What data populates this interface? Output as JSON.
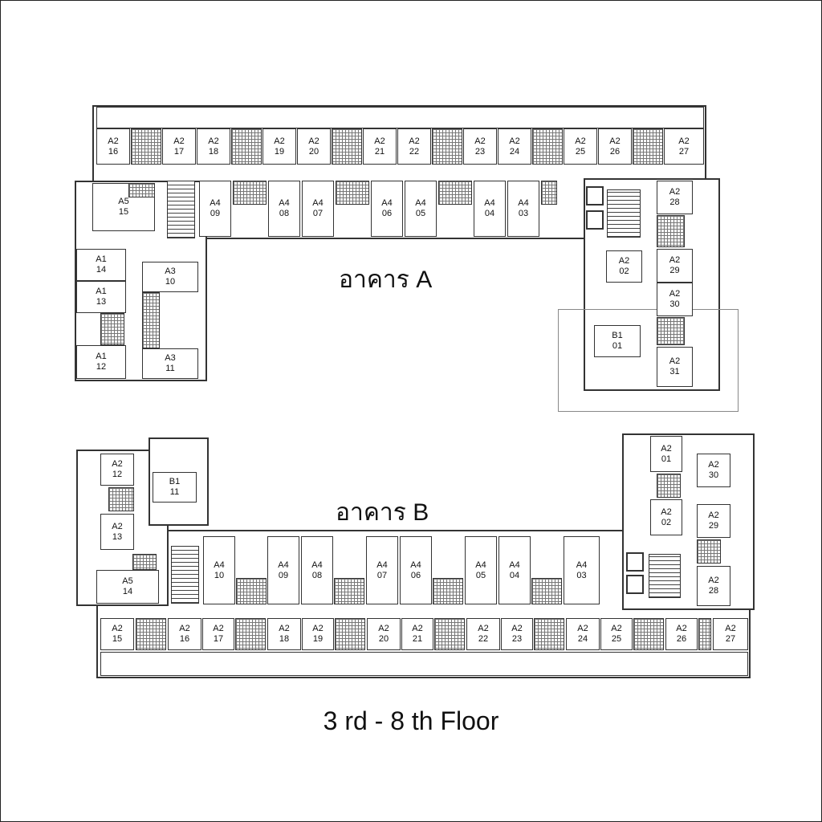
{
  "building_a": {
    "title": "อาคาร A",
    "top_row": [
      {
        "type": "A2",
        "no": "16"
      },
      {
        "type": "A2",
        "no": "17"
      },
      {
        "type": "A2",
        "no": "18"
      },
      {
        "type": "A2",
        "no": "19"
      },
      {
        "type": "A2",
        "no": "20"
      },
      {
        "type": "A2",
        "no": "21"
      },
      {
        "type": "A2",
        "no": "22"
      },
      {
        "type": "A2",
        "no": "23"
      },
      {
        "type": "A2",
        "no": "24"
      },
      {
        "type": "A2",
        "no": "25"
      },
      {
        "type": "A2",
        "no": "26"
      },
      {
        "type": "A2",
        "no": "27"
      }
    ],
    "inner_row": [
      {
        "type": "A4",
        "no": "09"
      },
      {
        "type": "A4",
        "no": "08"
      },
      {
        "type": "A4",
        "no": "07"
      },
      {
        "type": "A4",
        "no": "06"
      },
      {
        "type": "A4",
        "no": "05"
      },
      {
        "type": "A4",
        "no": "04"
      },
      {
        "type": "A4",
        "no": "03"
      }
    ],
    "left_wing": [
      {
        "type": "A5",
        "no": "15"
      },
      {
        "type": "A1",
        "no": "14"
      },
      {
        "type": "A1",
        "no": "13"
      },
      {
        "type": "A1",
        "no": "12"
      },
      {
        "type": "A3",
        "no": "10"
      },
      {
        "type": "A3",
        "no": "11"
      }
    ],
    "right_wing": [
      {
        "type": "A2",
        "no": "28"
      },
      {
        "type": "A2",
        "no": "02"
      },
      {
        "type": "A2",
        "no": "29"
      },
      {
        "type": "A2",
        "no": "30"
      },
      {
        "type": "B1",
        "no": "01"
      },
      {
        "type": "A2",
        "no": "31"
      }
    ]
  },
  "building_b": {
    "title": "อาคาร B",
    "bottom_row": [
      {
        "type": "A2",
        "no": "15"
      },
      {
        "type": "A2",
        "no": "16"
      },
      {
        "type": "A2",
        "no": "17"
      },
      {
        "type": "A2",
        "no": "18"
      },
      {
        "type": "A2",
        "no": "19"
      },
      {
        "type": "A2",
        "no": "20"
      },
      {
        "type": "A2",
        "no": "21"
      },
      {
        "type": "A2",
        "no": "22"
      },
      {
        "type": "A2",
        "no": "23"
      },
      {
        "type": "A2",
        "no": "24"
      },
      {
        "type": "A2",
        "no": "25"
      },
      {
        "type": "A2",
        "no": "26"
      },
      {
        "type": "A2",
        "no": "27"
      }
    ],
    "inner_row": [
      {
        "type": "A4",
        "no": "10"
      },
      {
        "type": "A4",
        "no": "09"
      },
      {
        "type": "A4",
        "no": "08"
      },
      {
        "type": "A4",
        "no": "07"
      },
      {
        "type": "A4",
        "no": "06"
      },
      {
        "type": "A4",
        "no": "05"
      },
      {
        "type": "A4",
        "no": "04"
      },
      {
        "type": "A4",
        "no": "03"
      }
    ],
    "left_wing": [
      {
        "type": "A2",
        "no": "12"
      },
      {
        "type": "B1",
        "no": "11"
      },
      {
        "type": "A2",
        "no": "13"
      },
      {
        "type": "A5",
        "no": "14"
      }
    ],
    "right_wing": [
      {
        "type": "A2",
        "no": "01"
      },
      {
        "type": "A2",
        "no": "30"
      },
      {
        "type": "A2",
        "no": "02"
      },
      {
        "type": "A2",
        "no": "29"
      },
      {
        "type": "A2",
        "no": "28"
      }
    ]
  },
  "floor_label": "3 rd - 8 th Floor"
}
